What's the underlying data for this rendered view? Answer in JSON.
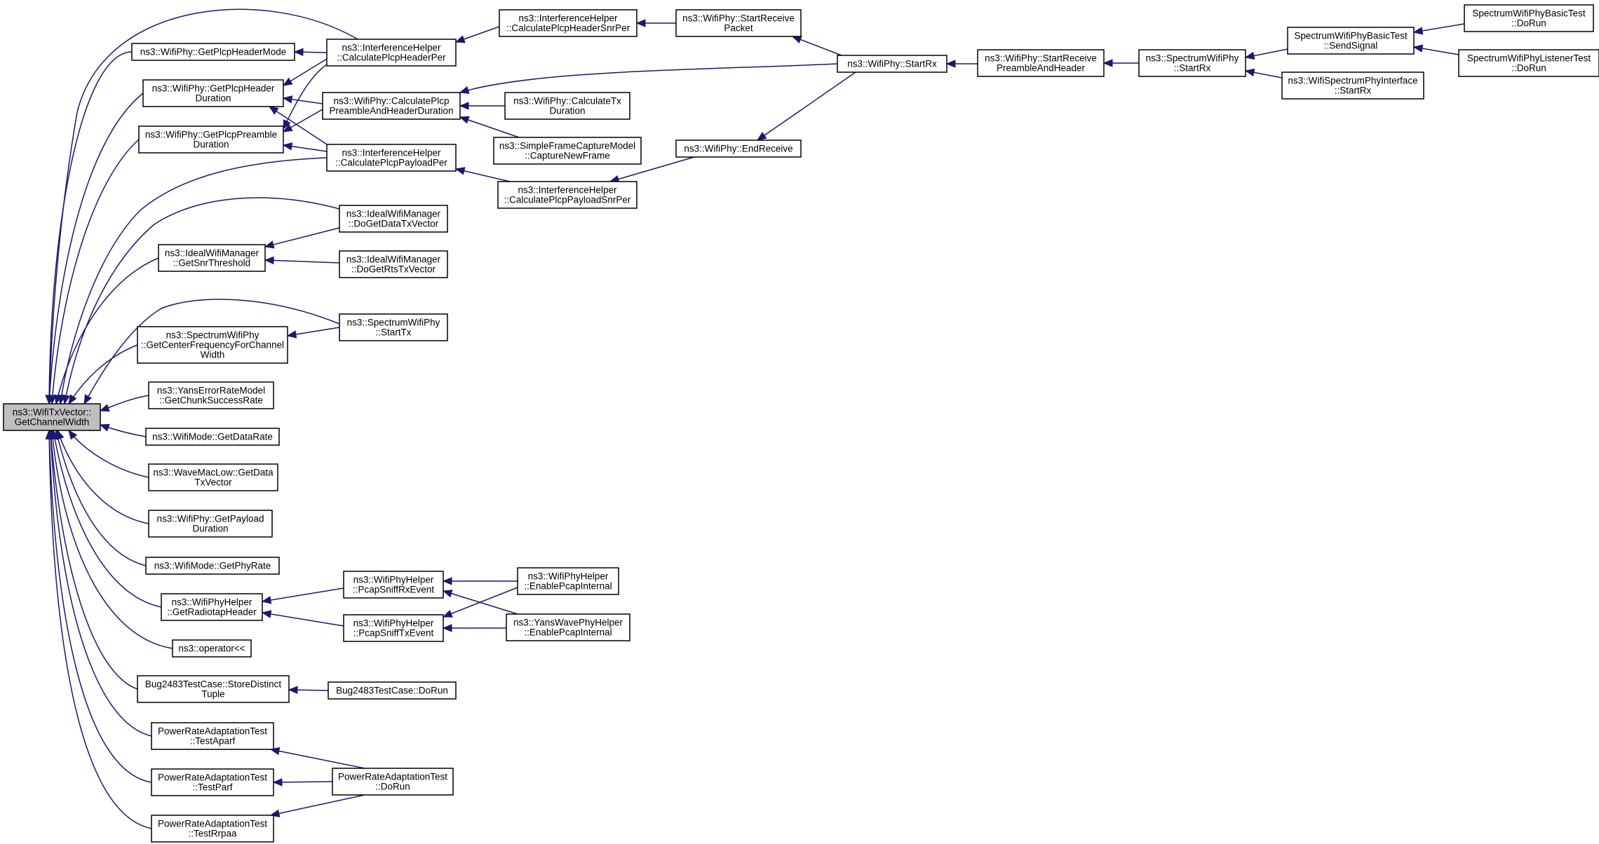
{
  "graph": {
    "root": "root",
    "nodes": [
      {
        "id": "root",
        "lines": [
          "ns3::WifiTxVector::",
          "GetChannelWidth"
        ]
      },
      {
        "id": "getPlcpHeaderMode",
        "lines": [
          "ns3::WifiPhy::GetPlcpHeaderMode"
        ]
      },
      {
        "id": "getPlcpHeaderDuration",
        "lines": [
          "ns3::WifiPhy::GetPlcpHeader",
          "Duration"
        ]
      },
      {
        "id": "getPlcpPreambleDuration",
        "lines": [
          "ns3::WifiPhy::GetPlcpPreamble",
          "Duration"
        ]
      },
      {
        "id": "idealGetSnrThreshold",
        "lines": [
          "ns3::IdealWifiManager",
          "::GetSnrThreshold"
        ]
      },
      {
        "id": "spectrumGetCenterFreq",
        "lines": [
          "ns3::SpectrumWifiPhy",
          "::GetCenterFrequencyForChannel",
          "Width"
        ]
      },
      {
        "id": "yansGetChunk",
        "lines": [
          "ns3::YansErrorRateModel",
          "::GetChunkSuccessRate"
        ]
      },
      {
        "id": "wifiModeGetDataRate",
        "lines": [
          "ns3::WifiMode::GetDataRate"
        ]
      },
      {
        "id": "waveMacLowGetData",
        "lines": [
          "ns3::WaveMacLow::GetData",
          "TxVector"
        ]
      },
      {
        "id": "getPayloadDuration",
        "lines": [
          "ns3::WifiPhy::GetPayload",
          "Duration"
        ]
      },
      {
        "id": "wifiModeGetPhyRate",
        "lines": [
          "ns3::WifiMode::GetPhyRate"
        ]
      },
      {
        "id": "getRadiotapHeader",
        "lines": [
          "ns3::WifiPhyHelper",
          "::GetRadiotapHeader"
        ]
      },
      {
        "id": "operatorLL",
        "lines": [
          "ns3::operator<<"
        ]
      },
      {
        "id": "bugStoreDistinct",
        "lines": [
          "Bug2483TestCase::StoreDistinct",
          "Tuple"
        ]
      },
      {
        "id": "testAparf",
        "lines": [
          "PowerRateAdaptationTest",
          "::TestAparf"
        ]
      },
      {
        "id": "testParf",
        "lines": [
          "PowerRateAdaptationTest",
          "::TestParf"
        ]
      },
      {
        "id": "testRrpaa",
        "lines": [
          "PowerRateAdaptationTest",
          "::TestRrpaa"
        ]
      },
      {
        "id": "calcPlcpHeaderPer",
        "lines": [
          "ns3::InterferenceHelper",
          "::CalculatePlcpHeaderPer"
        ]
      },
      {
        "id": "calcPlcpPreambleAndHeader",
        "lines": [
          "ns3::WifiPhy::CalculatePlcp",
          "PreambleAndHeaderDuration"
        ]
      },
      {
        "id": "calcPlcpPayloadPer",
        "lines": [
          "ns3::InterferenceHelper",
          "::CalculatePlcpPayloadPer"
        ]
      },
      {
        "id": "doGetDataTxVector",
        "lines": [
          "ns3::IdealWifiManager",
          "::DoGetDataTxVector"
        ]
      },
      {
        "id": "doGetRtsTxVector",
        "lines": [
          "ns3::IdealWifiManager",
          "::DoGetRtsTxVector"
        ]
      },
      {
        "id": "spectrumStartTx",
        "lines": [
          "ns3::SpectrumWifiPhy",
          "::StartTx"
        ]
      },
      {
        "id": "pcapSniffRx",
        "lines": [
          "ns3::WifiPhyHelper",
          "::PcapSniffRxEvent"
        ]
      },
      {
        "id": "pcapSniffTx",
        "lines": [
          "ns3::WifiPhyHelper",
          "::PcapSniffTxEvent"
        ]
      },
      {
        "id": "bugDoRun",
        "lines": [
          "Bug2483TestCase::DoRun"
        ]
      },
      {
        "id": "powerDoRun",
        "lines": [
          "PowerRateAdaptationTest",
          "::DoRun"
        ]
      },
      {
        "id": "calcPlcpHeaderSnrPer",
        "lines": [
          "ns3::InterferenceHelper",
          "::CalculatePlcpHeaderSnrPer"
        ]
      },
      {
        "id": "calcTxDuration",
        "lines": [
          "ns3::WifiPhy::CalculateTx",
          "Duration"
        ]
      },
      {
        "id": "captureNewFrame",
        "lines": [
          "ns3::SimpleFrameCaptureModel",
          "::CaptureNewFrame"
        ]
      },
      {
        "id": "calcPlcpPayloadSnrPer",
        "lines": [
          "ns3::InterferenceHelper",
          "::CalculatePlcpPayloadSnrPer"
        ]
      },
      {
        "id": "enablePcapWifi",
        "lines": [
          "ns3::WifiPhyHelper",
          "::EnablePcapInternal"
        ]
      },
      {
        "id": "enablePcapYans",
        "lines": [
          "ns3::YansWavePhyHelper",
          "::EnablePcapInternal"
        ]
      },
      {
        "id": "startReceivePacket",
        "lines": [
          "ns3::WifiPhy::StartReceive",
          "Packet"
        ]
      },
      {
        "id": "endReceive",
        "lines": [
          "ns3::WifiPhy::EndReceive"
        ]
      },
      {
        "id": "wifiPhyStartRx",
        "lines": [
          "ns3::WifiPhy::StartRx"
        ]
      },
      {
        "id": "startReceivePreamble",
        "lines": [
          "ns3::WifiPhy::StartReceive",
          "PreambleAndHeader"
        ]
      },
      {
        "id": "spectrumStartRx",
        "lines": [
          "ns3::SpectrumWifiPhy",
          "::StartRx"
        ]
      },
      {
        "id": "sendSignal",
        "lines": [
          "SpectrumWifiPhyBasicTest",
          "::SendSignal"
        ]
      },
      {
        "id": "interfaceStartRx",
        "lines": [
          "ns3::WifiSpectrumPhyInterface",
          "::StartRx"
        ]
      },
      {
        "id": "basicTestDoRun",
        "lines": [
          "SpectrumWifiPhyBasicTest",
          "::DoRun"
        ]
      },
      {
        "id": "listenerTestDoRun",
        "lines": [
          "SpectrumWifiPhyListenerTest",
          "::DoRun"
        ]
      }
    ],
    "edges": [
      [
        "getPlcpHeaderMode",
        "root"
      ],
      [
        "getPlcpHeaderDuration",
        "root"
      ],
      [
        "getPlcpPreambleDuration",
        "root"
      ],
      [
        "idealGetSnrThreshold",
        "root"
      ],
      [
        "spectrumGetCenterFreq",
        "root"
      ],
      [
        "yansGetChunk",
        "root"
      ],
      [
        "wifiModeGetDataRate",
        "root"
      ],
      [
        "waveMacLowGetData",
        "root"
      ],
      [
        "getPayloadDuration",
        "root"
      ],
      [
        "wifiModeGetPhyRate",
        "root"
      ],
      [
        "getRadiotapHeader",
        "root"
      ],
      [
        "operatorLL",
        "root"
      ],
      [
        "bugStoreDistinct",
        "root"
      ],
      [
        "testAparf",
        "root"
      ],
      [
        "testParf",
        "root"
      ],
      [
        "testRrpaa",
        "root"
      ],
      [
        "calcPlcpHeaderPer",
        "root"
      ],
      [
        "calcPlcpPayloadPer",
        "root"
      ],
      [
        "doGetDataTxVector",
        "root"
      ],
      [
        "spectrumStartTx",
        "root"
      ],
      [
        "calcPlcpHeaderPer",
        "getPlcpHeaderMode"
      ],
      [
        "calcPlcpHeaderPer",
        "getPlcpHeaderDuration"
      ],
      [
        "calcPlcpHeaderPer",
        "getPlcpPreambleDuration"
      ],
      [
        "calcPlcpPreambleAndHeader",
        "getPlcpHeaderDuration"
      ],
      [
        "calcPlcpPreambleAndHeader",
        "getPlcpPreambleDuration"
      ],
      [
        "calcPlcpPayloadPer",
        "getPlcpHeaderDuration"
      ],
      [
        "calcPlcpPayloadPer",
        "getPlcpPreambleDuration"
      ],
      [
        "doGetDataTxVector",
        "idealGetSnrThreshold"
      ],
      [
        "doGetRtsTxVector",
        "idealGetSnrThreshold"
      ],
      [
        "spectrumStartTx",
        "spectrumGetCenterFreq"
      ],
      [
        "pcapSniffRx",
        "getRadiotapHeader"
      ],
      [
        "pcapSniffTx",
        "getRadiotapHeader"
      ],
      [
        "bugDoRun",
        "bugStoreDistinct"
      ],
      [
        "powerDoRun",
        "testAparf"
      ],
      [
        "powerDoRun",
        "testParf"
      ],
      [
        "powerDoRun",
        "testRrpaa"
      ],
      [
        "calcPlcpHeaderSnrPer",
        "calcPlcpHeaderPer"
      ],
      [
        "calcTxDuration",
        "calcPlcpPreambleAndHeader"
      ],
      [
        "captureNewFrame",
        "calcPlcpPreambleAndHeader"
      ],
      [
        "wifiPhyStartRx",
        "calcPlcpPreambleAndHeader"
      ],
      [
        "calcPlcpPayloadSnrPer",
        "calcPlcpPayloadPer"
      ],
      [
        "enablePcapWifi",
        "pcapSniffRx"
      ],
      [
        "enablePcapYans",
        "pcapSniffRx"
      ],
      [
        "enablePcapWifi",
        "pcapSniffTx"
      ],
      [
        "enablePcapYans",
        "pcapSniffTx"
      ],
      [
        "startReceivePacket",
        "calcPlcpHeaderSnrPer"
      ],
      [
        "endReceive",
        "calcPlcpPayloadSnrPer"
      ],
      [
        "wifiPhyStartRx",
        "startReceivePacket"
      ],
      [
        "wifiPhyStartRx",
        "endReceive"
      ],
      [
        "startReceivePreamble",
        "wifiPhyStartRx"
      ],
      [
        "spectrumStartRx",
        "startReceivePreamble"
      ],
      [
        "sendSignal",
        "spectrumStartRx"
      ],
      [
        "interfaceStartRx",
        "spectrumStartRx"
      ],
      [
        "basicTestDoRun",
        "sendSignal"
      ],
      [
        "listenerTestDoRun",
        "sendSignal"
      ]
    ]
  }
}
